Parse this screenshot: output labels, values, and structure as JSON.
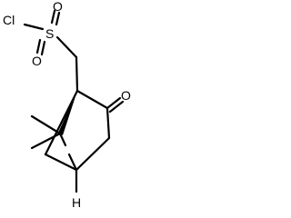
{
  "molecule": {
    "atoms": {
      "chlorine": "Cl",
      "sulfur": "S",
      "oxygen_top": "O",
      "oxygen_bottom": "O",
      "oxygen_ketone": "O",
      "hydrogen": "H"
    },
    "colors": {
      "bond": "#000000",
      "label": "#000000",
      "background": "#ffffff"
    }
  }
}
